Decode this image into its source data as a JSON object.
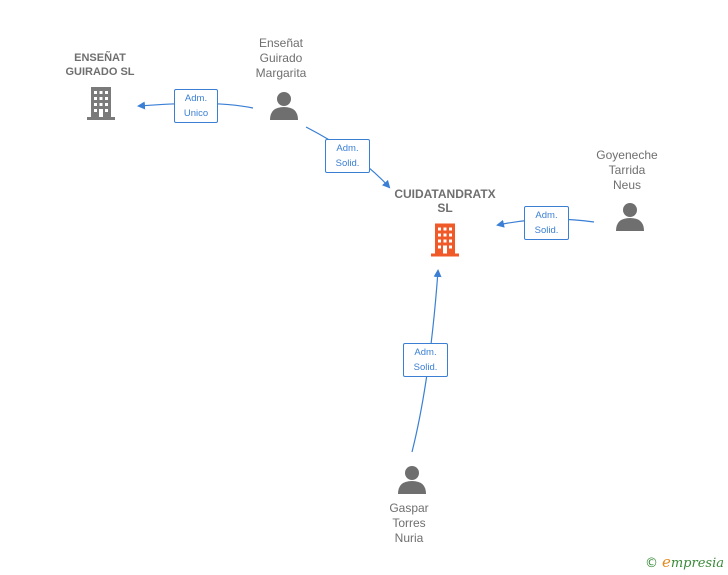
{
  "nodes": {
    "ensenat_company": {
      "lines": [
        "ENSEÑAT",
        "GUIRADO  SL"
      ],
      "type": "company"
    },
    "ensenat_person": {
      "lines": [
        "Enseñat",
        "Guirado",
        "Margarita"
      ],
      "type": "person"
    },
    "cuidatandratx": {
      "lines": [
        "CUIDATANDRATX",
        "SL"
      ],
      "type": "company-main"
    },
    "goyeneche": {
      "lines": [
        "Goyeneche",
        "Tarrida",
        "Neus"
      ],
      "type": "person"
    },
    "gaspar": {
      "lines": [
        "Gaspar",
        "Torres",
        "Nuria"
      ],
      "type": "person"
    }
  },
  "edges": [
    {
      "from": "ensenat_person",
      "to": "ensenat_company",
      "role": [
        "Adm.",
        "Unico"
      ]
    },
    {
      "from": "ensenat_person",
      "to": "cuidatandratx",
      "role": [
        "Adm.",
        "Solid."
      ]
    },
    {
      "from": "goyeneche",
      "to": "cuidatandratx",
      "role": [
        "Adm.",
        "Solid."
      ]
    },
    {
      "from": "gaspar",
      "to": "cuidatandratx",
      "role": [
        "Adm.",
        "Solid."
      ]
    }
  ],
  "colors": {
    "edge": "#3a7fd4",
    "company_icon": "#7a7a7a",
    "main_company_icon": "#f05a28",
    "person_icon": "#6f6f6f",
    "label_text": "#6f6f6f"
  },
  "brand": {
    "copyright": "©",
    "name_first": "e",
    "name_rest": "mpresia"
  }
}
